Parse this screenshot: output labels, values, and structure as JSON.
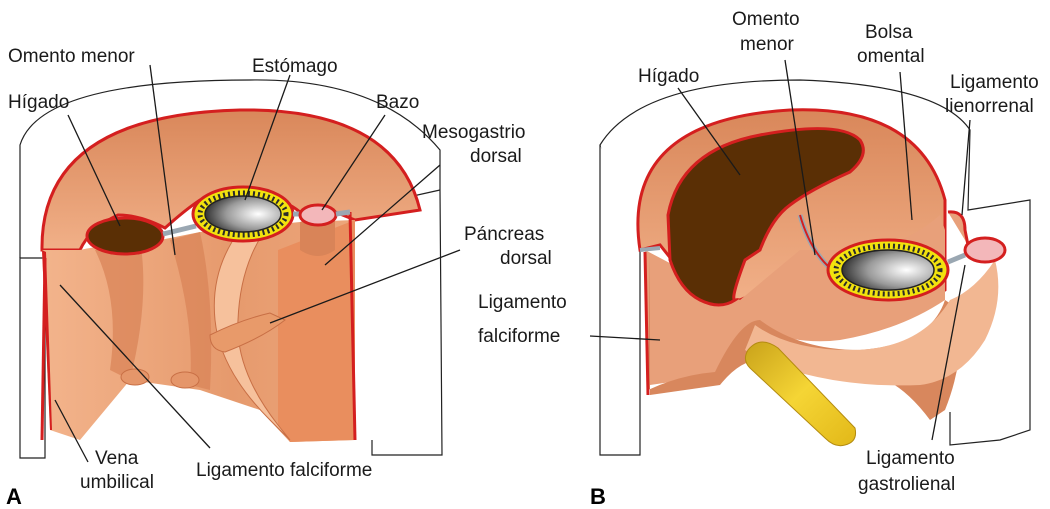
{
  "panel_a": {
    "letter": "A",
    "labels": {
      "omento_menor": "Omento menor",
      "estomago": "Estómago",
      "higado": "Hígado",
      "bazo": "Bazo",
      "mesogastrio_l1": "Mesogastrio",
      "mesogastrio_l2": "dorsal",
      "pancreas_l1": "Páncreas",
      "pancreas_l2": "dorsal",
      "vena_l1": "Vena",
      "vena_l2": "umbilical",
      "ligamento_falciforme": "Ligamento falciforme"
    }
  },
  "panel_b": {
    "letter": "B",
    "labels": {
      "omento_l1": "Omento",
      "omento_l2": "menor",
      "bolsa_l1": "Bolsa",
      "bolsa_l2": "omental",
      "higado": "Hígado",
      "lienorrenal_l1": "Ligamento",
      "lienorrenal_l2": "lienorrenal",
      "falciforme_l1": "Ligamento",
      "falciforme_l2": "falciforme",
      "gastrolienal_l1": "Ligamento",
      "gastrolienal_l2": "gastrolienal"
    }
  },
  "colors": {
    "tissue": "#eaa075",
    "tissue_dark": "#c86f45",
    "outline_red": "#d41f1f",
    "liver": "#5a2f05",
    "spleen": "#f3b7ba",
    "stomach_ring": "#f2e20e",
    "pancreas_yellow": "#e8c21a"
  }
}
